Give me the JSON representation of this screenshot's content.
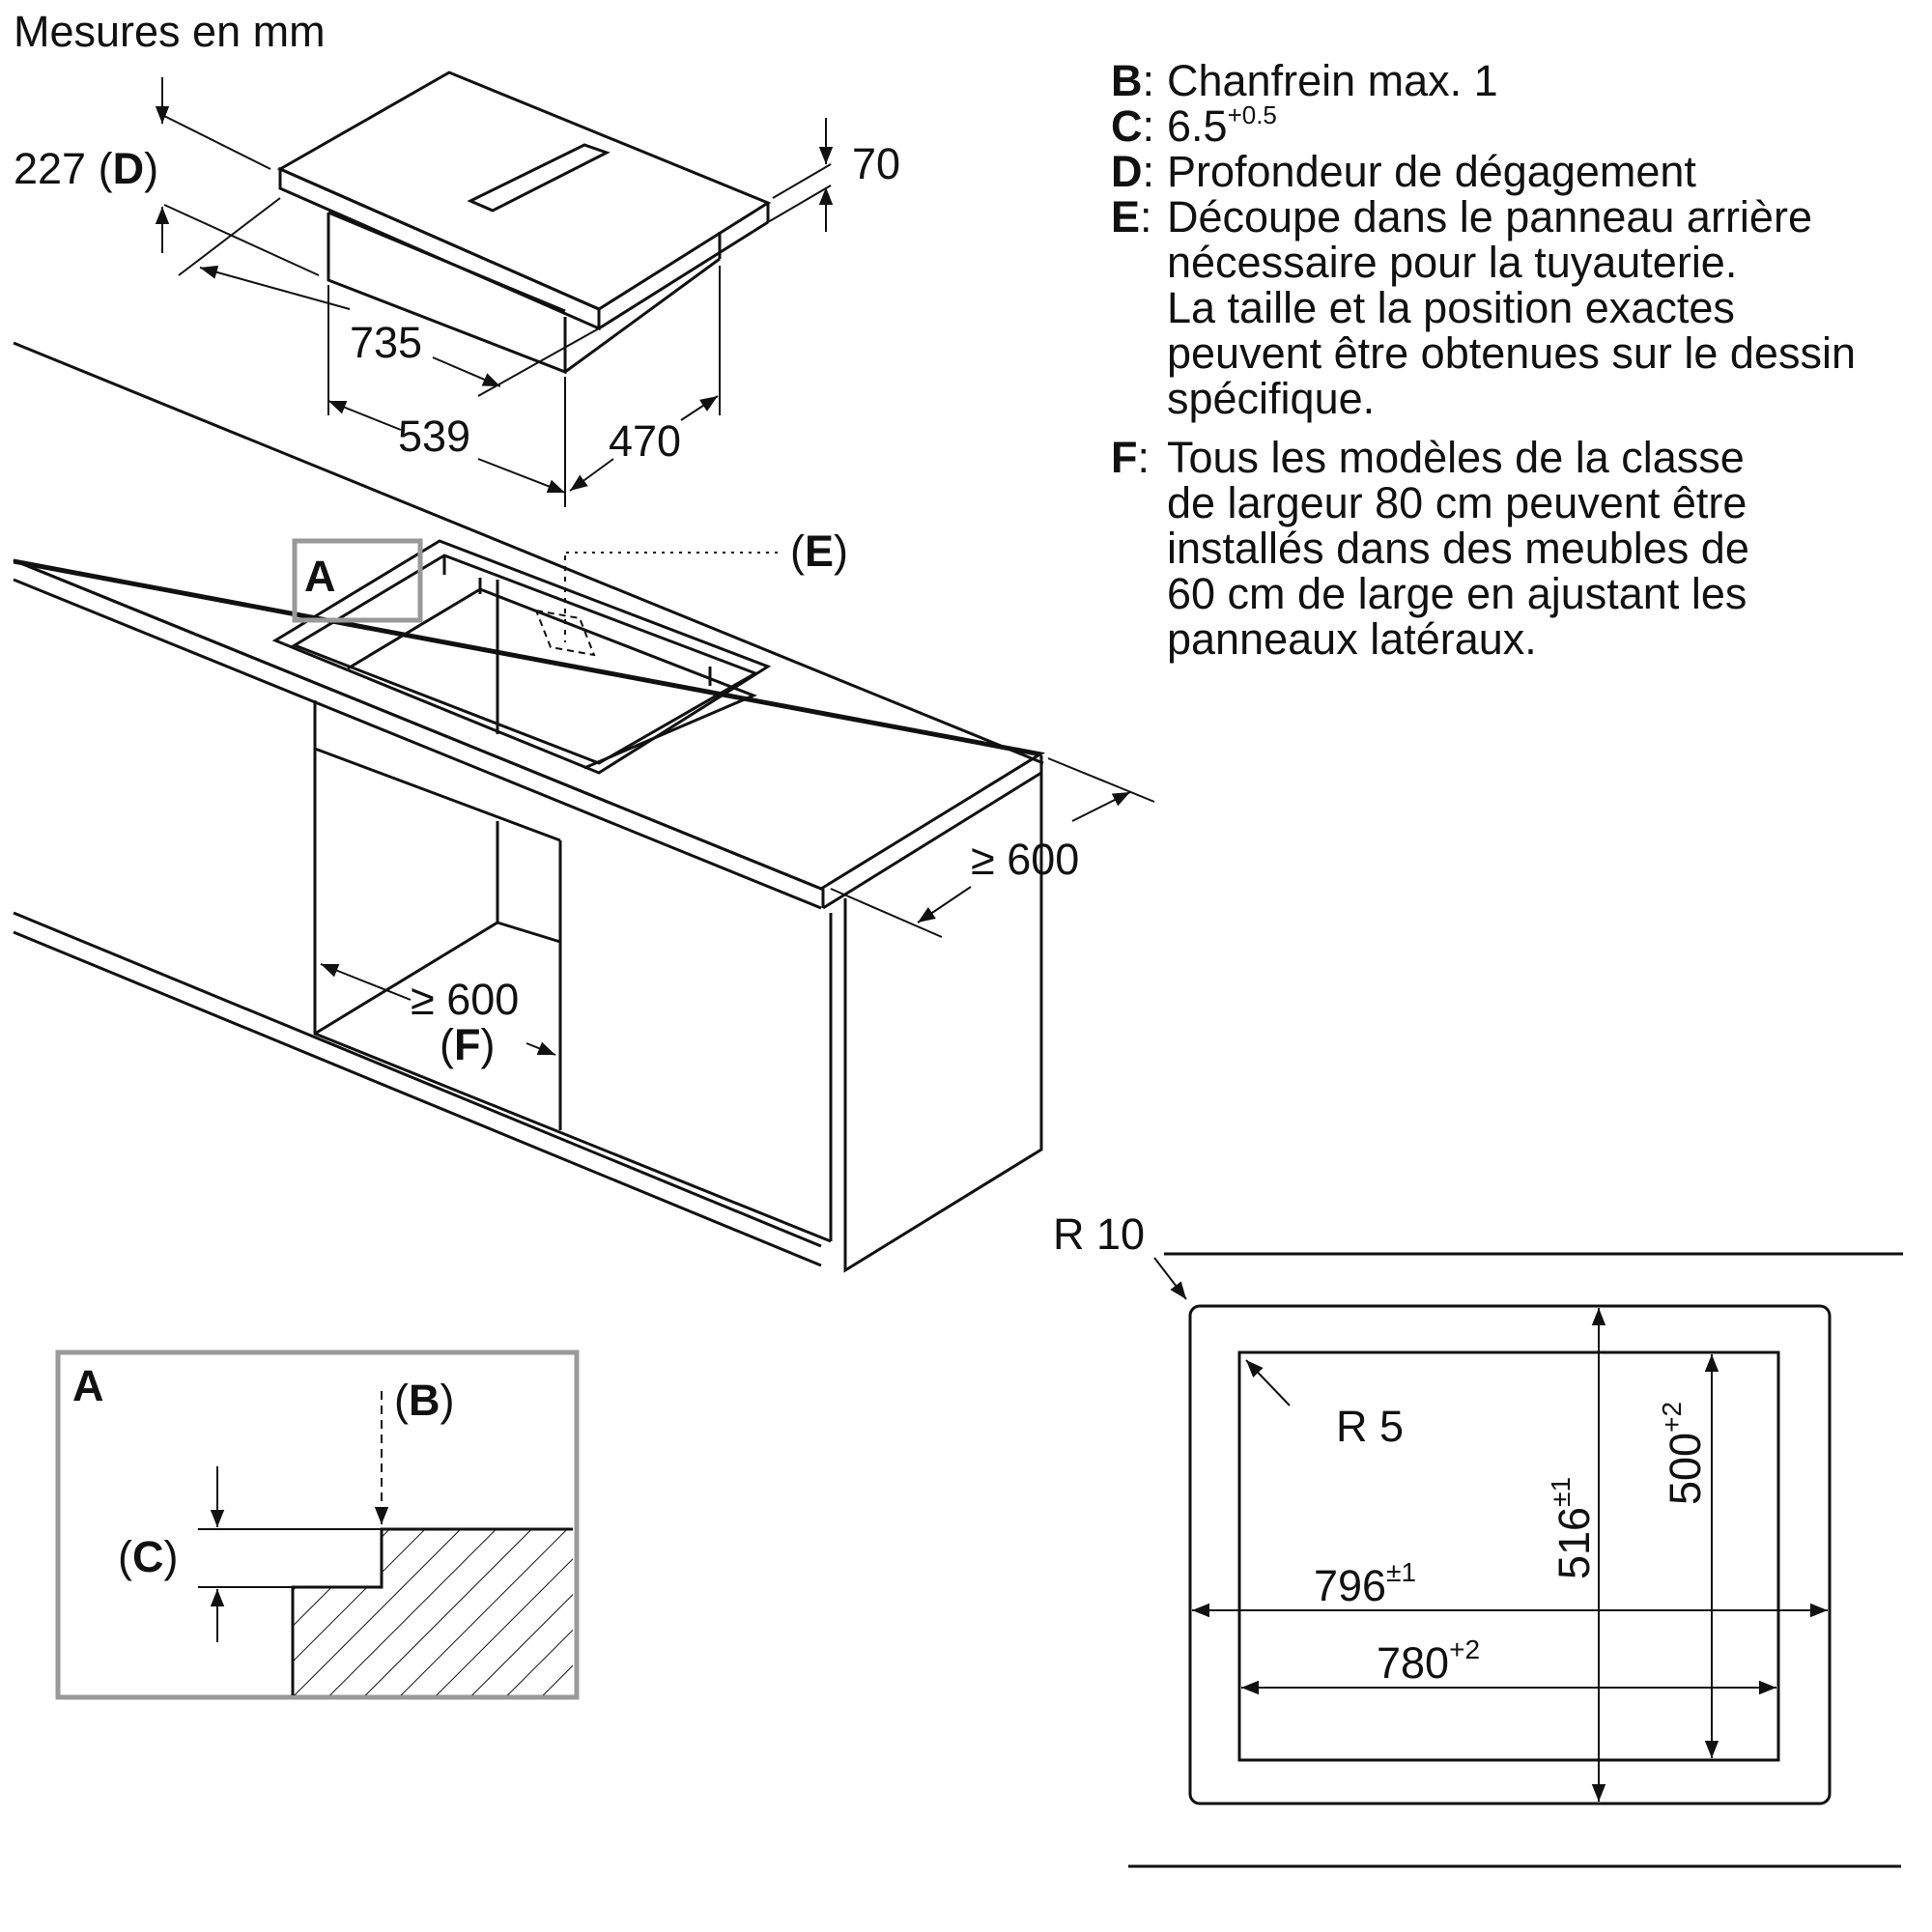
{
  "title": "Mesures en mm",
  "legend": [
    {
      "key": "B",
      "text": "Chanfrein max. 1"
    },
    {
      "key": "C",
      "text": "6.5",
      "sup": "+0.5"
    },
    {
      "key": "D",
      "text": "Profondeur de dégagement"
    },
    {
      "key": "E",
      "lines": [
        "Découpe dans le panneau arrière",
        "nécessaire pour la tuyauterie.",
        "La taille et la position exactes",
        "peuvent être obtenues sur le dessin",
        "spécifique."
      ]
    },
    {
      "key": "F",
      "lines": [
        "Tous les modèles de la classe",
        "de largeur 80 cm peuvent être",
        "installés dans des meubles de",
        "60 cm de large en ajustant les",
        "panneaux latéraux."
      ]
    }
  ],
  "appliance": {
    "depth_clearance": "227",
    "depth_clearance_key": "D",
    "height": "70",
    "width": "735",
    "body_width": "539",
    "body_depth": "470"
  },
  "cabinet": {
    "detail_label": "A",
    "cutout_label": "E",
    "counter_depth": "≥ 600",
    "cabinet_width": "≥ 600",
    "cabinet_note": "F"
  },
  "detail": {
    "title": "A",
    "chamfer_label": "B",
    "step_label": "C"
  },
  "cutout": {
    "outer_radius": "R 10",
    "inner_radius": "R 5",
    "outer_width": "796",
    "outer_width_tol": "±1",
    "inner_width": "780",
    "inner_width_tol": "+2",
    "outer_height": "516",
    "outer_height_tol": "±1",
    "inner_height": "500",
    "inner_height_tol": "+2"
  }
}
